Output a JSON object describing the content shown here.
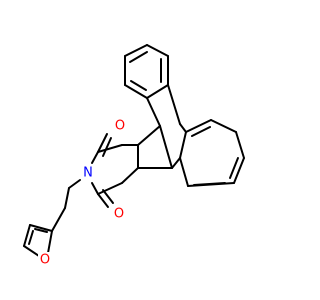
{
  "atoms": [
    {
      "name": "carbonyl-oxygen-upper",
      "symbol": "O",
      "color": "#ff0000"
    },
    {
      "name": "carbonyl-oxygen-lower",
      "symbol": "O",
      "color": "#ff0000"
    },
    {
      "name": "imide-nitrogen",
      "symbol": "N",
      "color": "#0000ff"
    },
    {
      "name": "furan-oxygen",
      "symbol": "O",
      "color": "#ff0000"
    }
  ],
  "colors": {
    "bond": "#000000",
    "oxygen": "#ff0000",
    "nitrogen": "#0000ff",
    "background": "#ffffff"
  }
}
